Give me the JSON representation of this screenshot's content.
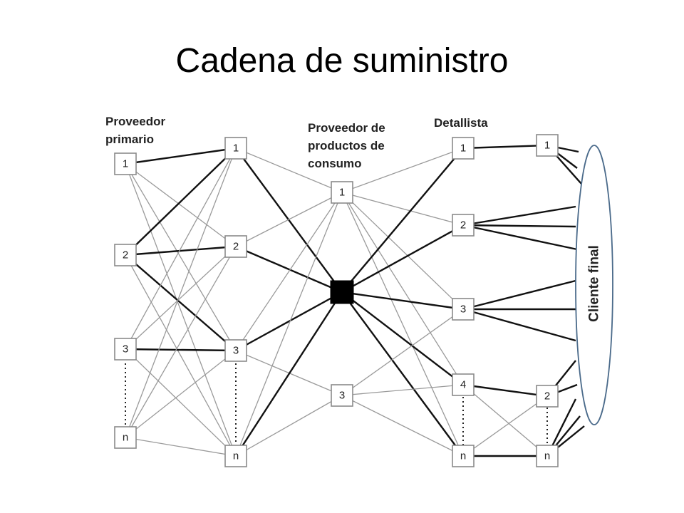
{
  "title": "Cadena de suministro",
  "columns": {
    "primary": [
      "Proveedor",
      "primario"
    ],
    "consumer": [
      "Proveedor de",
      "productos de",
      "consumo"
    ],
    "retail": [
      "Detallista"
    ],
    "client": "Cliente final"
  },
  "nodes": {
    "primary": [
      "1",
      "2",
      "3",
      "n"
    ],
    "secondary": [
      "1",
      "2",
      "3",
      "n"
    ],
    "consumer": [
      "1",
      "",
      "3"
    ],
    "retail": [
      "1",
      "2",
      "3",
      "4",
      "n"
    ],
    "distributor": [
      "1",
      "2",
      "n"
    ]
  },
  "edges": {
    "primary_secondary": [
      [
        "p1",
        "s1",
        "dark"
      ],
      [
        "p1",
        "s2",
        "light"
      ],
      [
        "p1",
        "s3",
        "light"
      ],
      [
        "p1",
        "sn",
        "light"
      ],
      [
        "p2",
        "s1",
        "dark"
      ],
      [
        "p2",
        "s2",
        "dark"
      ],
      [
        "p2",
        "s3",
        "dark"
      ],
      [
        "p2",
        "sn",
        "light"
      ],
      [
        "p3",
        "s1",
        "light"
      ],
      [
        "p3",
        "s2",
        "light"
      ],
      [
        "p3",
        "s3",
        "dark"
      ],
      [
        "p3",
        "sn",
        "light"
      ],
      [
        "pn",
        "s1",
        "light"
      ],
      [
        "pn",
        "s2",
        "light"
      ],
      [
        "pn",
        "s3",
        "light"
      ],
      [
        "pn",
        "sn",
        "light"
      ]
    ],
    "secondary_consumer": [
      [
        "s1",
        "c1",
        "light"
      ],
      [
        "s1",
        "c2",
        "dark"
      ],
      [
        "s2",
        "c1",
        "light"
      ],
      [
        "s2",
        "c2",
        "dark"
      ],
      [
        "s3",
        "c1",
        "light"
      ],
      [
        "s3",
        "c2",
        "dark"
      ],
      [
        "s3",
        "c3",
        "light"
      ],
      [
        "sn",
        "c1",
        "light"
      ],
      [
        "sn",
        "c2",
        "dark"
      ],
      [
        "sn",
        "c3",
        "light"
      ]
    ],
    "consumer_retail": [
      [
        "c1",
        "r1",
        "light"
      ],
      [
        "c1",
        "r2",
        "light"
      ],
      [
        "c1",
        "r3",
        "light"
      ],
      [
        "c1",
        "r4",
        "light"
      ],
      [
        "c1",
        "rn",
        "light"
      ],
      [
        "c2",
        "r1",
        "dark"
      ],
      [
        "c2",
        "r2",
        "dark"
      ],
      [
        "c2",
        "r3",
        "dark"
      ],
      [
        "c2",
        "r4",
        "dark"
      ],
      [
        "c2",
        "rn",
        "dark"
      ],
      [
        "c3",
        "r3",
        "light"
      ],
      [
        "c3",
        "r4",
        "light"
      ],
      [
        "c3",
        "rn",
        "light"
      ]
    ],
    "retail_distributor": [
      [
        "r1",
        "d1",
        "dark"
      ],
      [
        "r4",
        "d2",
        "dark"
      ],
      [
        "r4",
        "dn",
        "light"
      ],
      [
        "rn",
        "d2",
        "light"
      ],
      [
        "rn",
        "dn",
        "dark"
      ]
    ]
  }
}
